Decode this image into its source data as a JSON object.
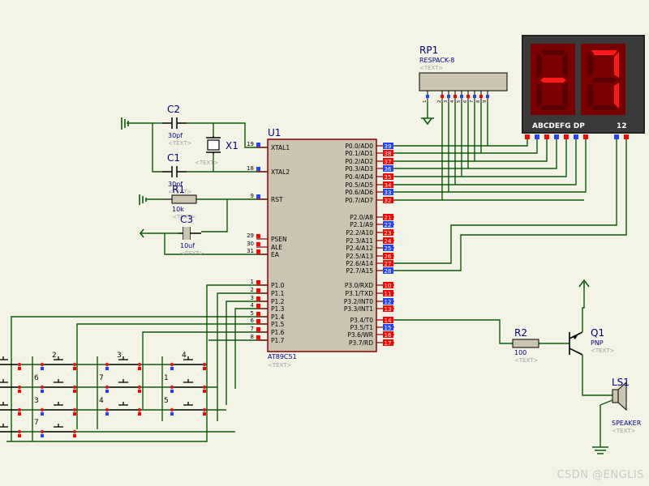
{
  "colors": {
    "background": "#f4f4e6",
    "wire": "#0b5a0b",
    "chip_fill": "#cbc4b0",
    "chip_border": "#8b0000",
    "label": "#000080",
    "text_placeholder": "#a0a0a0",
    "display_bezel": "#3a3a3a",
    "segment_on": "#ff1a1a",
    "segment_off": "#7a0a0a",
    "pin_marker_red": "#ff0000",
    "pin_marker_blue": "#2244ff"
  },
  "placeholder_text": "<TEXT>",
  "components": {
    "u1": {
      "ref": "U1",
      "part": "AT89C51"
    },
    "rp1": {
      "ref": "RP1",
      "part": "RESPACK-8"
    },
    "c1": {
      "ref": "C1",
      "value": "30pf"
    },
    "c2": {
      "ref": "C2",
      "value": "30pf"
    },
    "c3": {
      "ref": "C3",
      "value": "10uf"
    },
    "r1": {
      "ref": "R1",
      "value": "10k"
    },
    "r2": {
      "ref": "R2",
      "value": "100"
    },
    "x1": {
      "ref": "X1"
    },
    "q1": {
      "ref": "Q1",
      "part": "PNP"
    },
    "ls1": {
      "ref": "LS1",
      "part": "SPEAKER"
    },
    "display": {
      "digits": [
        "-",
        "7"
      ],
      "seg_label": "ABCDEFG  DP",
      "common_label": "12"
    }
  },
  "u1_left_pins": [
    {
      "num": "19",
      "name": "XTAL1"
    },
    {
      "num": "18",
      "name": "XTAL2"
    },
    {
      "num": "9",
      "name": "RST"
    },
    {
      "num": "29",
      "name": "PSEN"
    },
    {
      "num": "30",
      "name": "ALE"
    },
    {
      "num": "31",
      "name": "EA"
    },
    {
      "num": "1",
      "name": "P1.0"
    },
    {
      "num": "2",
      "name": "P1.1"
    },
    {
      "num": "3",
      "name": "P1.2"
    },
    {
      "num": "4",
      "name": "P1.3"
    },
    {
      "num": "5",
      "name": "P1.4"
    },
    {
      "num": "6",
      "name": "P1.5"
    },
    {
      "num": "7",
      "name": "P1.6"
    },
    {
      "num": "8",
      "name": "P1.7"
    }
  ],
  "u1_right_pins": [
    {
      "num": "39",
      "name": "P0.0/AD0"
    },
    {
      "num": "38",
      "name": "P0.1/AD1"
    },
    {
      "num": "37",
      "name": "P0.2/AD2"
    },
    {
      "num": "36",
      "name": "P0.3/AD3"
    },
    {
      "num": "35",
      "name": "P0.4/AD4"
    },
    {
      "num": "34",
      "name": "P0.5/AD5"
    },
    {
      "num": "33",
      "name": "P0.6/AD6"
    },
    {
      "num": "32",
      "name": "P0.7/AD7"
    },
    {
      "num": "21",
      "name": "P2.0/A8"
    },
    {
      "num": "22",
      "name": "P2.1/A9"
    },
    {
      "num": "23",
      "name": "P2.2/A10"
    },
    {
      "num": "24",
      "name": "P2.3/A11"
    },
    {
      "num": "25",
      "name": "P2.4/A12"
    },
    {
      "num": "26",
      "name": "P2.5/A13"
    },
    {
      "num": "27",
      "name": "P2.6/A14"
    },
    {
      "num": "28",
      "name": "P2.7/A15"
    },
    {
      "num": "10",
      "name": "P3.0/RXD"
    },
    {
      "num": "11",
      "name": "P3.1/TXD"
    },
    {
      "num": "12",
      "name": "P3.2/INT0"
    },
    {
      "num": "13",
      "name": "P3.3/INT1"
    },
    {
      "num": "14",
      "name": "P3.4/T0"
    },
    {
      "num": "15",
      "name": "P3.5/T1"
    },
    {
      "num": "16",
      "name": "P3.6/WR"
    },
    {
      "num": "17",
      "name": "P3.7/RD"
    }
  ],
  "rp1_pins": [
    "1",
    "2",
    "3",
    "4",
    "5",
    "6",
    "7",
    "8",
    "9"
  ],
  "keypad_labels": [
    "2",
    "3",
    "4",
    "6",
    "7",
    "1",
    "3",
    "4",
    "5",
    "7"
  ],
  "watermark": "CSDN @ENGLIS"
}
